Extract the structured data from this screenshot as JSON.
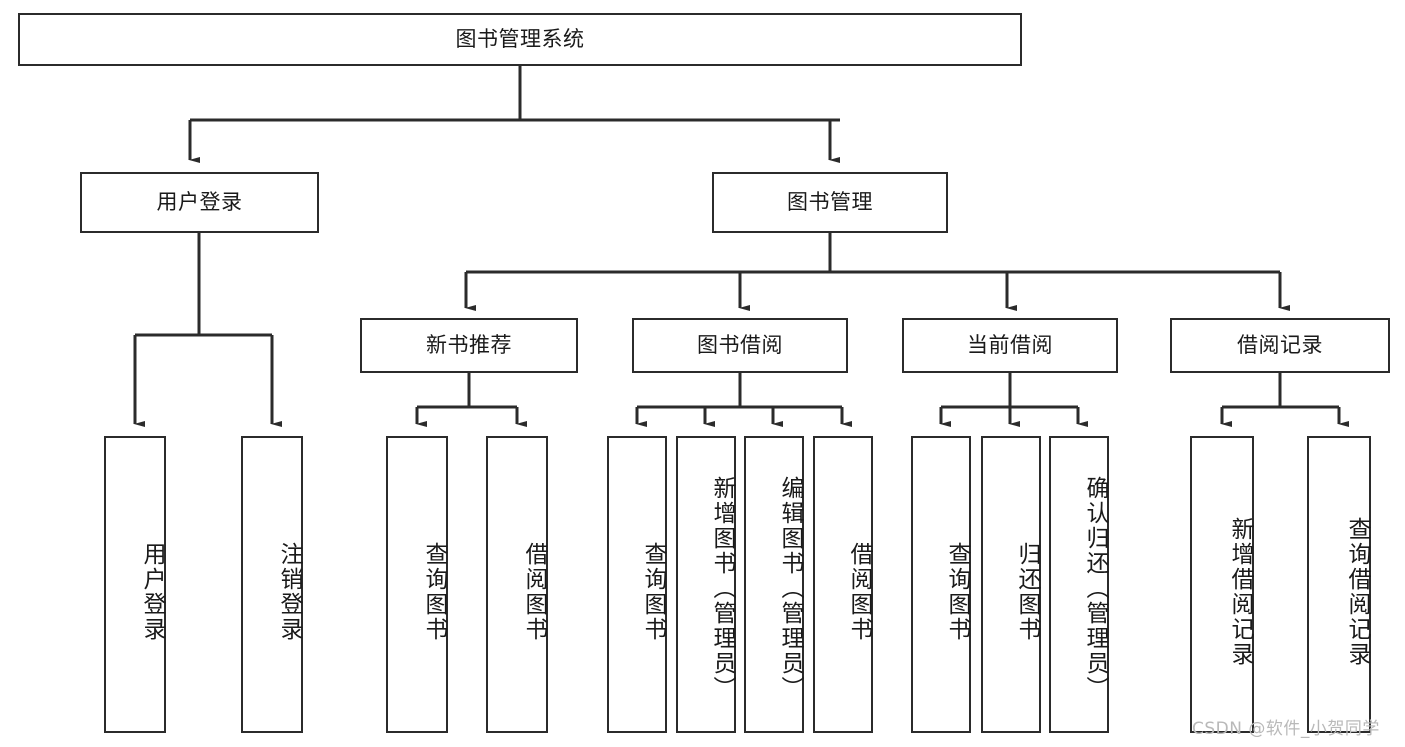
{
  "diagram": {
    "type": "tree",
    "title": "图书管理系统",
    "orientation": "top-down",
    "style": {
      "box_fill": "#ffffff",
      "box_stroke": "#2b2b2b",
      "edge_color": "#2b2b2b",
      "text_color": "#1a1a1a",
      "background": "#ffffff"
    },
    "root": {
      "label": "图书管理系统"
    },
    "level2": [
      {
        "label": "用户登录"
      },
      {
        "label": "图书管理"
      }
    ],
    "level3": [
      {
        "label": "新书推荐"
      },
      {
        "label": "图书借阅"
      },
      {
        "label": "当前借阅"
      },
      {
        "label": "借阅记录"
      }
    ],
    "leaves": {
      "user_login": [
        {
          "label": "用户登录"
        },
        {
          "label": "注销登录"
        }
      ],
      "new_book_recommend": [
        {
          "label": "查询图书"
        },
        {
          "label": "借阅图书"
        }
      ],
      "book_borrow": [
        {
          "label": "查询图书"
        },
        {
          "label": "新增图书（管理员）"
        },
        {
          "label": "编辑图书（管理员）"
        },
        {
          "label": "借阅图书"
        }
      ],
      "current_borrow": [
        {
          "label": "查询图书"
        },
        {
          "label": "归还图书"
        },
        {
          "label": "确认归还（管理员）"
        }
      ],
      "borrow_records": [
        {
          "label": "新增借阅记录"
        },
        {
          "label": "查询借阅记录"
        }
      ]
    }
  },
  "watermark": {
    "text": "CSDN @软件_小贺同学"
  }
}
